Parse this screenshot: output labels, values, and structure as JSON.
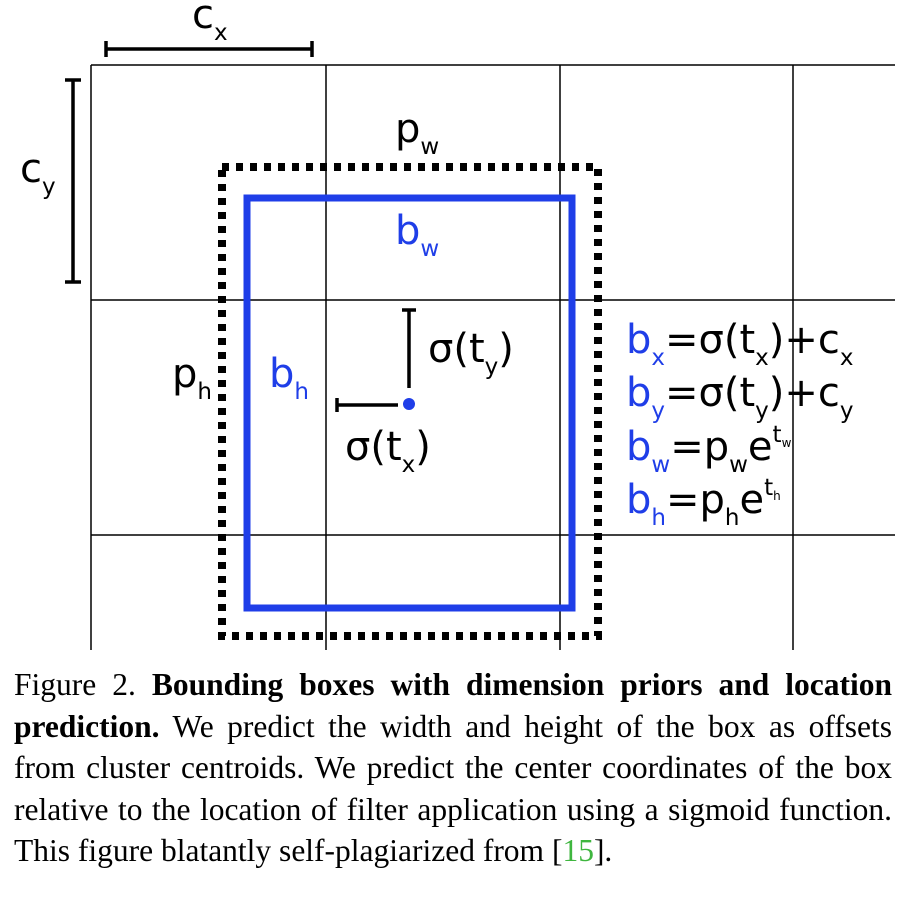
{
  "figure": {
    "cx_label": {
      "base": "c",
      "sub": "x"
    },
    "cy_label": {
      "base": "c",
      "sub": "y"
    },
    "pw_label": {
      "base": "p",
      "sub": "w"
    },
    "ph_label": {
      "base": "p",
      "sub": "h"
    },
    "bw_label": {
      "base": "b",
      "sub": "w"
    },
    "bh_label": {
      "base": "b",
      "sub": "h"
    },
    "sigma_ty_label": {
      "pre": "σ(t",
      "sub": "y",
      "post": ")"
    },
    "sigma_tx_label": {
      "pre": "σ(t",
      "sub": "x",
      "post": ")"
    },
    "equations": {
      "bx": {
        "lhs": "b",
        "lhs_sub": "x",
        "eq": "=σ(t",
        "t_sub": "x",
        "mid": ")+c",
        "c_sub": "x"
      },
      "by": {
        "lhs": "b",
        "lhs_sub": "y",
        "eq": "=σ(t",
        "t_sub": "y",
        "mid": ")+c",
        "c_sub": "y"
      },
      "bw": {
        "lhs": "b",
        "lhs_sub": "w",
        "eq": "=p",
        "p_sub": "w",
        "e": "e",
        "exp_t": "t",
        "exp_sub": "w"
      },
      "bh": {
        "lhs": "b",
        "lhs_sub": "h",
        "eq": "=p",
        "p_sub": "h",
        "e": "e",
        "exp_t": "t",
        "exp_sub": "h"
      }
    },
    "colors": {
      "blue": "#1f3ee8",
      "black": "#000000",
      "cite_green": "#3fb63f"
    }
  },
  "caption": {
    "figure_number": "Figure 2.",
    "bold_title": "Bounding boxes with dimension priors and location prediction.",
    "text": "We predict the width and height of the box as offsets from cluster centroids.  We predict the center coordinates of the box relative to the location of filter application using a sigmoid function. This figure blatantly self-plagiarized from",
    "open_bracket": "[",
    "cite_number": "15",
    "close_bracket": "]."
  }
}
